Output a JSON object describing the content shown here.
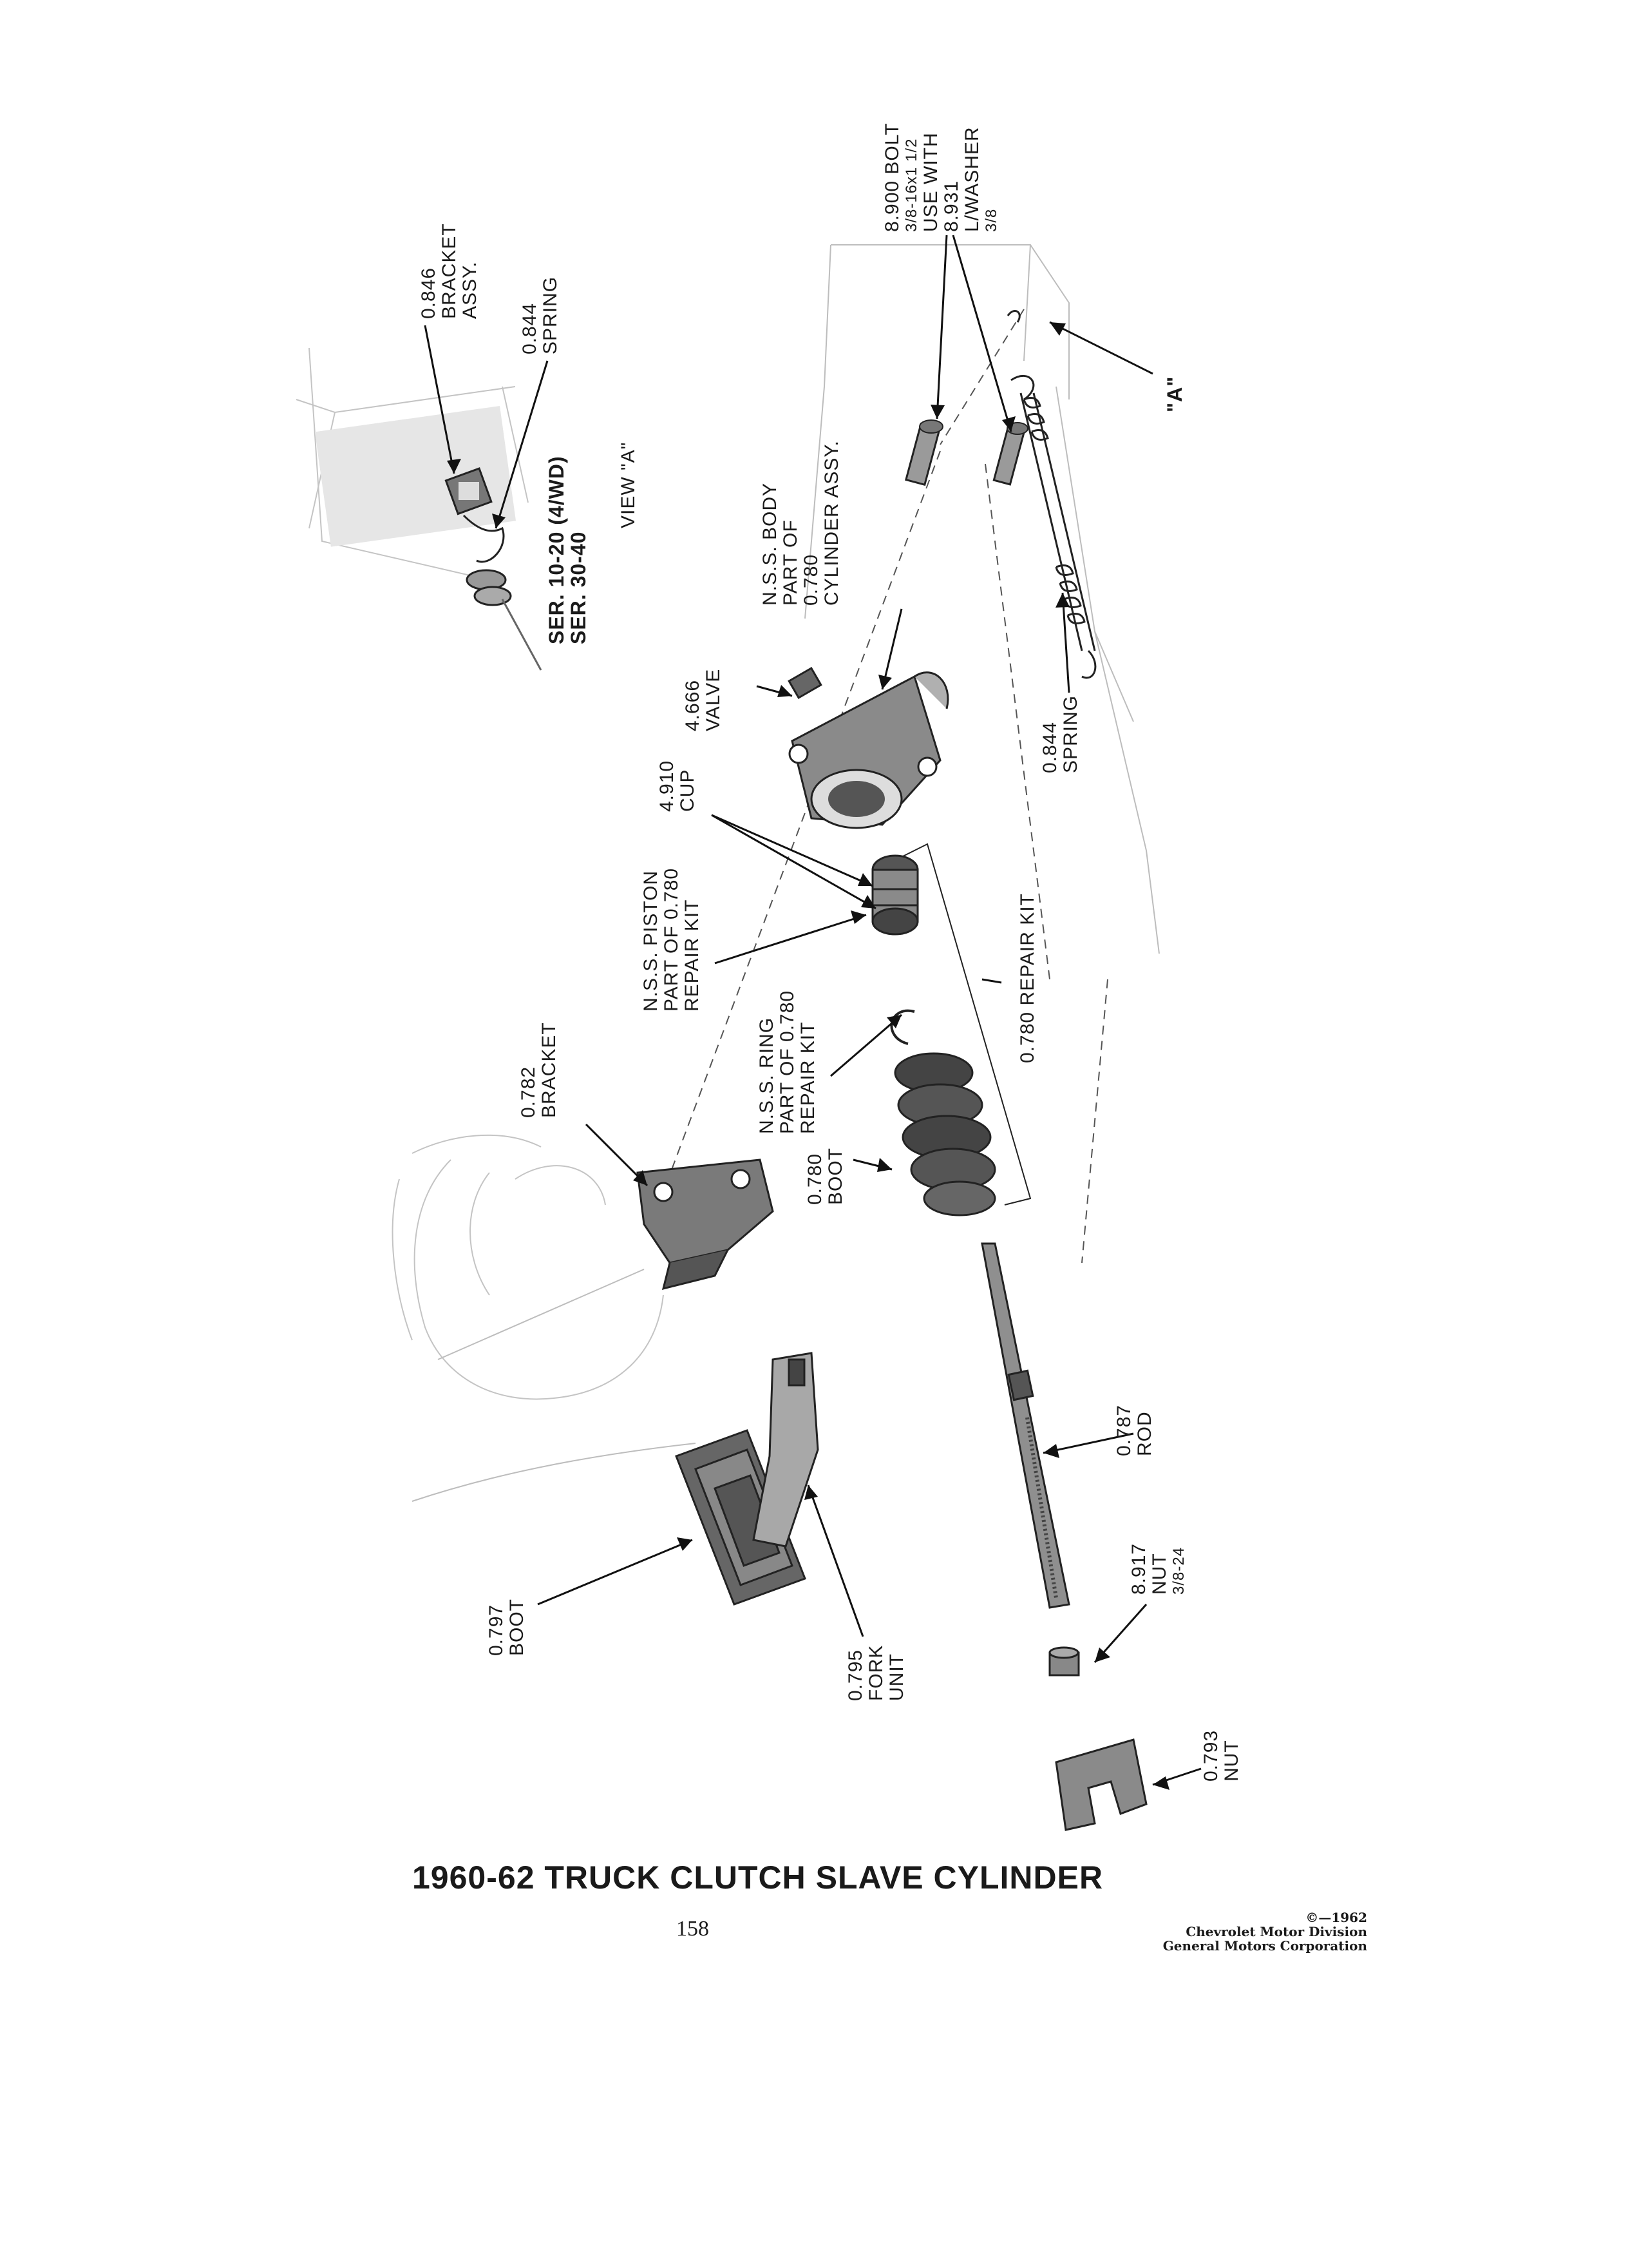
{
  "title": "1960-62 TRUCK CLUTCH SLAVE CYLINDER",
  "page_number": "158",
  "copyright": [
    "©—1962",
    "Chevrolet Motor Division",
    "General Motors Corporation"
  ],
  "view_a": {
    "heading": "VIEW \"A\"",
    "series": [
      "SER. 10-20 (4/WD)",
      "SER. 30-40"
    ],
    "parts": [
      {
        "lines": [
          "0.846",
          "BRACKET",
          "ASSY."
        ]
      },
      {
        "lines": [
          "0.844",
          "SPRING"
        ]
      }
    ]
  },
  "pointer_a": "\"A\"",
  "parts": [
    {
      "id": "bolt",
      "lines": [
        "8.900 BOLT",
        "3/8-16x1 1/2",
        "USE WITH",
        "8.931",
        "L/WASHER",
        "3/8"
      ]
    },
    {
      "id": "body",
      "lines": [
        "N.S.S. BODY",
        "PART OF",
        "0.780",
        "CYLINDER ASSY."
      ]
    },
    {
      "id": "valve",
      "lines": [
        "4.666",
        "VALVE"
      ]
    },
    {
      "id": "spring",
      "lines": [
        "0.844",
        "SPRING"
      ]
    },
    {
      "id": "cup",
      "lines": [
        "4.910",
        "CUP"
      ]
    },
    {
      "id": "piston",
      "lines": [
        "N.S.S. PISTON",
        "PART OF 0.780",
        "REPAIR KIT"
      ]
    },
    {
      "id": "repair_kit",
      "lines": [
        "0.780 REPAIR KIT"
      ]
    },
    {
      "id": "ring",
      "lines": [
        "N.S.S. RING",
        "PART OF 0.780",
        "REPAIR KIT"
      ]
    },
    {
      "id": "bracket",
      "lines": [
        "0.782",
        "BRACKET"
      ]
    },
    {
      "id": "boot780",
      "lines": [
        "0.780",
        "BOOT"
      ]
    },
    {
      "id": "rod",
      "lines": [
        "0.787",
        "ROD"
      ]
    },
    {
      "id": "nut917",
      "lines": [
        "8.917",
        "NUT",
        "3/8-24"
      ]
    },
    {
      "id": "boot797",
      "lines": [
        "0.797",
        "BOOT"
      ]
    },
    {
      "id": "fork",
      "lines": [
        "0.795",
        "FORK",
        "UNIT"
      ]
    },
    {
      "id": "nut793",
      "lines": [
        "0.793",
        "NUT"
      ]
    }
  ]
}
